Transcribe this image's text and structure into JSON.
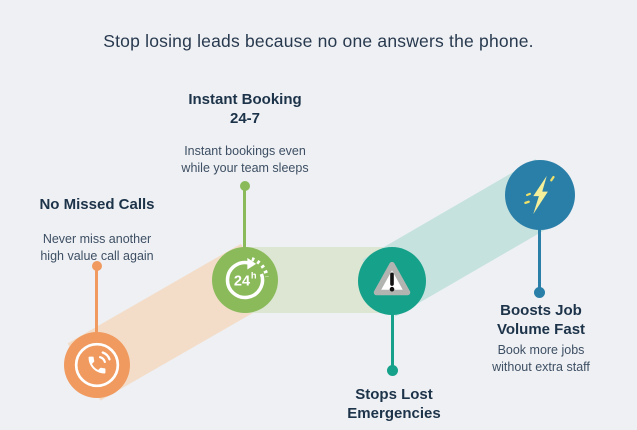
{
  "title": "Stop losing leads because no one answers the phone.",
  "colors": {
    "background": "#eef0f4",
    "title_text": "#28394e",
    "heading_text": "#1d3349",
    "body_text": "#3e4f63",
    "orange_accent": "#f09a5f",
    "orange_ribbon": "#f3ddc9",
    "green_accent": "#8bba5b",
    "green_ribbon": "#dce6d2",
    "teal_accent": "#16a18a",
    "teal_ribbon": "#c6e2df",
    "blue_accent": "#2a7fa8",
    "bolt_yellow": "#f6ef99"
  },
  "milestones": [
    {
      "id": "no-missed-calls",
      "heading_line1": "No Missed Calls",
      "sub_line1": "Never miss another",
      "sub_line2": "high value call again",
      "icon": "phone-icon",
      "accent": "#f09a5f"
    },
    {
      "id": "instant-booking-24-7",
      "heading_line1": "Instant Booking",
      "heading_line2": "24-7",
      "sub_line1": "Instant bookings even",
      "sub_line2": "while your team sleeps",
      "icon": "clock-24h-icon",
      "badge_text": "24",
      "badge_suffix": "h",
      "accent": "#8bba5b"
    },
    {
      "id": "stops-lost-emergencies",
      "heading_line1": "Stops Lost",
      "heading_line2": "Emergencies",
      "icon": "warning-triangle-icon",
      "accent": "#16a18a"
    },
    {
      "id": "boosts-job-volume-fast",
      "heading_line1": "Boosts Job",
      "heading_line2": "Volume Fast",
      "sub_line1": "Book more jobs",
      "sub_line2": "without extra staff",
      "icon": "lightning-bolt-icon",
      "accent": "#2a7fa8"
    }
  ]
}
